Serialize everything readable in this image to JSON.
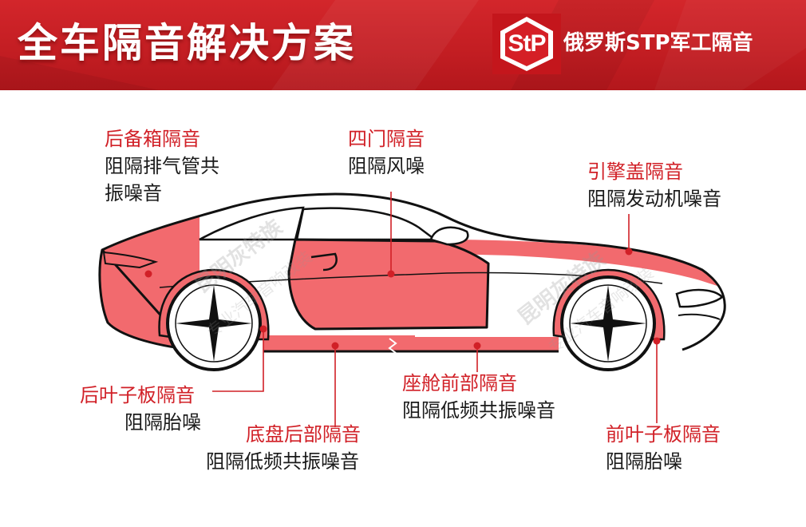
{
  "header": {
    "title": "全车隔音解决方案",
    "logo_text": "StP",
    "brand": "俄罗斯STP军工隔音"
  },
  "watermark": {
    "brand": "昆明灰特族",
    "sub": "专业汽车音响改装"
  },
  "zones": [
    {
      "id": "trunk",
      "title": "后备箱隔音",
      "desc": [
        "阻隔排气管共",
        "振噪音"
      ]
    },
    {
      "id": "doors",
      "title": "四门隔音",
      "desc": [
        "阻隔风噪"
      ]
    },
    {
      "id": "hood",
      "title": "引擎盖隔音",
      "desc": [
        "阻隔发动机噪音"
      ]
    },
    {
      "id": "rear-fender",
      "title": "后叶子板隔音",
      "desc": [
        "阻隔胎噪"
      ]
    },
    {
      "id": "chassis-rear",
      "title": "底盘后部隔音",
      "desc": [
        "阻隔低频共振噪音"
      ]
    },
    {
      "id": "cabin-front",
      "title": "座舱前部隔音",
      "desc": [
        "阻隔低频共振噪音"
      ]
    },
    {
      "id": "front-fender",
      "title": "前叶子板隔音",
      "desc": [
        "阻隔胎噪"
      ]
    }
  ],
  "colors": {
    "accent": "#d12027",
    "zone_fill": "#f26a6e",
    "outline": "#111111",
    "banner": "#c21d22"
  }
}
